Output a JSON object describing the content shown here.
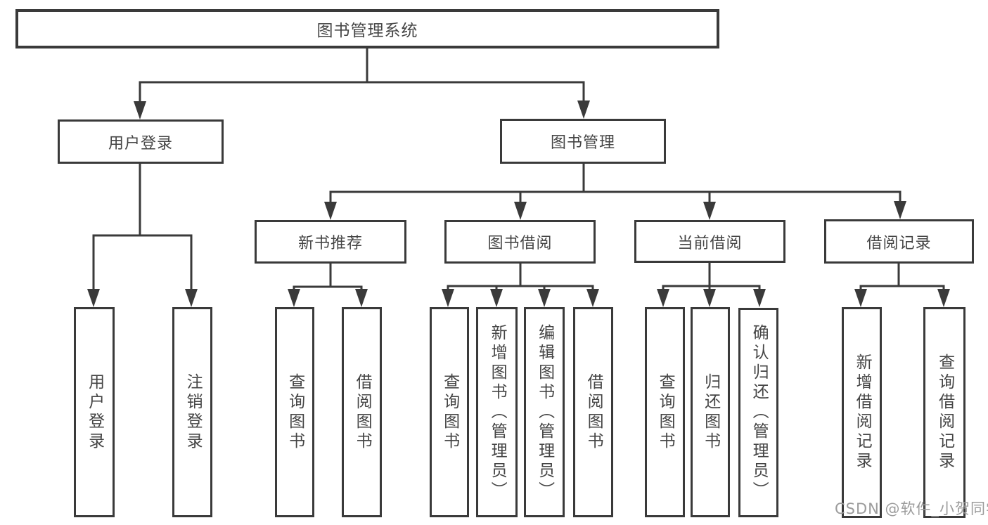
{
  "diagram": {
    "title": "图书管理系统",
    "watermark": "CSDN @软件_小贺同学",
    "colors": {
      "line": "#3a3a3a",
      "text": "#454545",
      "background": "#ffffff",
      "watermark": "#9c9c9c"
    },
    "tree": {
      "label": "图书管理系统",
      "children": [
        {
          "label": "用户登录",
          "children": [
            "用户登录",
            "注销登录"
          ]
        },
        {
          "label": "图书管理",
          "children": [
            {
              "label": "新书推荐",
              "children": [
                "查询图书",
                "借阅图书"
              ]
            },
            {
              "label": "图书借阅",
              "children": [
                "查询图书",
                "新增图书（管理员）",
                "编辑图书（管理员）",
                "借阅图书"
              ]
            },
            {
              "label": "当前借阅",
              "children": [
                "查询图书",
                "归还图书",
                "确认归还（管理员）"
              ]
            },
            {
              "label": "借阅记录",
              "children": [
                "新增借阅记录",
                "查询借阅记录"
              ]
            }
          ]
        }
      ]
    }
  }
}
